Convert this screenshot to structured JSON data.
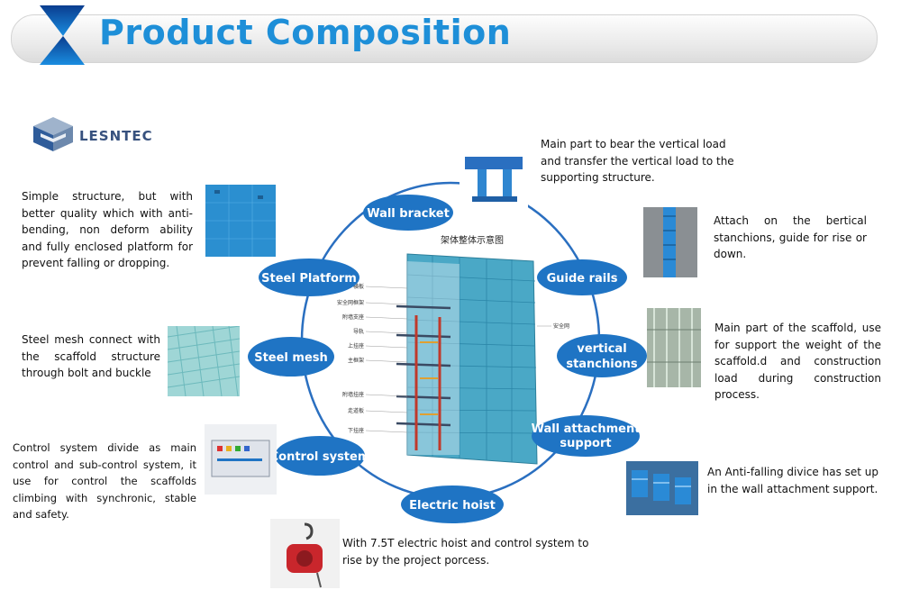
{
  "title": "Product Composition",
  "logo": {
    "brand": "LESNTEC"
  },
  "diagram": {
    "center_caption": "架体整体示意图",
    "inner_labels_left": [
      "横板",
      "安全网框架",
      "附墙支座",
      "导轨",
      "上挂座",
      "主框架",
      "附墙挂座",
      "走道板",
      "下挂座"
    ],
    "inner_label_right": "安全网"
  },
  "nodes": {
    "wall_bracket": "Wall bracket",
    "guide_rails": "Guide rails",
    "vertical_stanchions": [
      "vertical",
      "stanchions"
    ],
    "wall_attachment": [
      "Wall attachment",
      "support"
    ],
    "electric_hoist": "Electric hoist",
    "control_system": "Control system",
    "steel_mesh": "Steel mesh",
    "steel_platform": "Steel Platform"
  },
  "descriptions": {
    "steel_platform": "Simple structure, but with better quality which with anti-bending, non deform ability and fully enclosed platform for prevent falling or dropping.",
    "steel_mesh": "Steel mesh connect with the scaffold structure through bolt and buckle",
    "control_system": "Control system divide as main control and sub-control system, it use for control the scaffolds climbing with synchronic, stable and safety.",
    "wall_bracket": "Main part to bear the vertical load and transfer the vertical load to the supporting structure.",
    "guide_rails": "Attach on the bertical stanchions, guide for rise or down.",
    "vertical_stanchions": "Main part of the scaffold, use for support the weight of the scaffold.d and construction load during construction process.",
    "wall_attachment": "An Anti-falling divice has set up in the wall attachment support.",
    "electric_hoist": "With 7.5T electric hoist and control system to rise by the project porcess."
  },
  "colors": {
    "accent": "#1e8fd8",
    "node": "#1f74c4",
    "ring": "#2a6fc0",
    "panel": "#3aa4cc"
  }
}
